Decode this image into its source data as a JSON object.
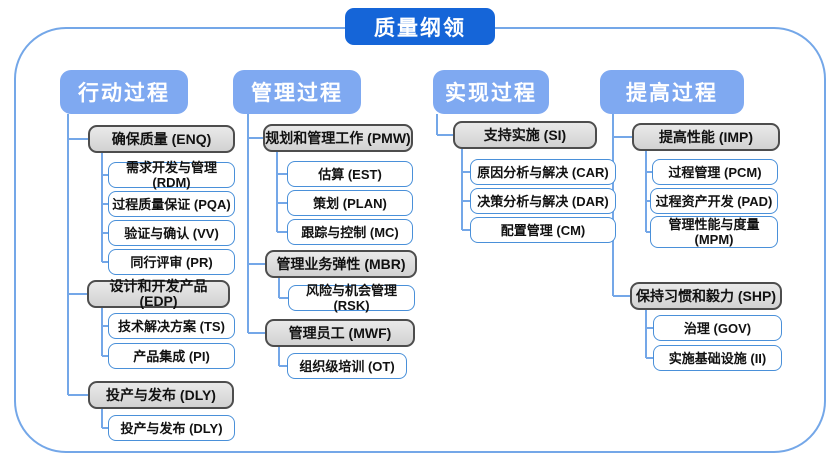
{
  "title": "质量纲领",
  "colors": {
    "title_bg": "#1565d8",
    "column_header_bg": "#7fa9f1",
    "gray_node_fill": "#dcdcdc",
    "gray_node_border": "#4d4d4d",
    "white_node_border": "#4a90d9",
    "connector": "#74a7e8",
    "outer_frame_border": "#74a7e8"
  },
  "columns": [
    {
      "header": "行动过程",
      "groups": [
        {
          "label": "确保质量 (ENQ)",
          "children": [
            "需求开发与管理 (RDM)",
            "过程质量保证 (PQA)",
            "验证与确认 (VV)",
            "同行评审 (PR)"
          ]
        },
        {
          "label": "设计和开发产品 (EDP)",
          "children": [
            "技术解决方案 (TS)",
            "产品集成 (PI)"
          ]
        },
        {
          "label": "投产与发布 (DLY)",
          "children": [
            "投产与发布 (DLY)"
          ]
        }
      ]
    },
    {
      "header": "管理过程",
      "groups": [
        {
          "label": "规划和管理工作 (PMW)",
          "children": [
            "估算 (EST)",
            "策划 (PLAN)",
            "跟踪与控制 (MC)"
          ]
        },
        {
          "label": "管理业务弹性 (MBR)",
          "children": [
            "风险与机会管理 (RSK)"
          ]
        },
        {
          "label": "管理员工 (MWF)",
          "children": [
            "组织级培训 (OT)"
          ]
        }
      ]
    },
    {
      "header": "实现过程",
      "groups": [
        {
          "label": "支持实施 (SI)",
          "children": [
            "原因分析与解决 (CAR)",
            "决策分析与解决 (DAR)",
            "配置管理 (CM)"
          ]
        }
      ]
    },
    {
      "header": "提高过程",
      "groups": [
        {
          "label": "提高性能 (IMP)",
          "children": [
            "过程管理 (PCM)",
            "过程资产开发 (PAD)",
            "管理性能与度量 (MPM)"
          ]
        },
        {
          "label": "保持习惯和毅力 (SHP)",
          "children": [
            "治理 (GOV)",
            "实施基础设施 (II)"
          ]
        }
      ]
    }
  ]
}
